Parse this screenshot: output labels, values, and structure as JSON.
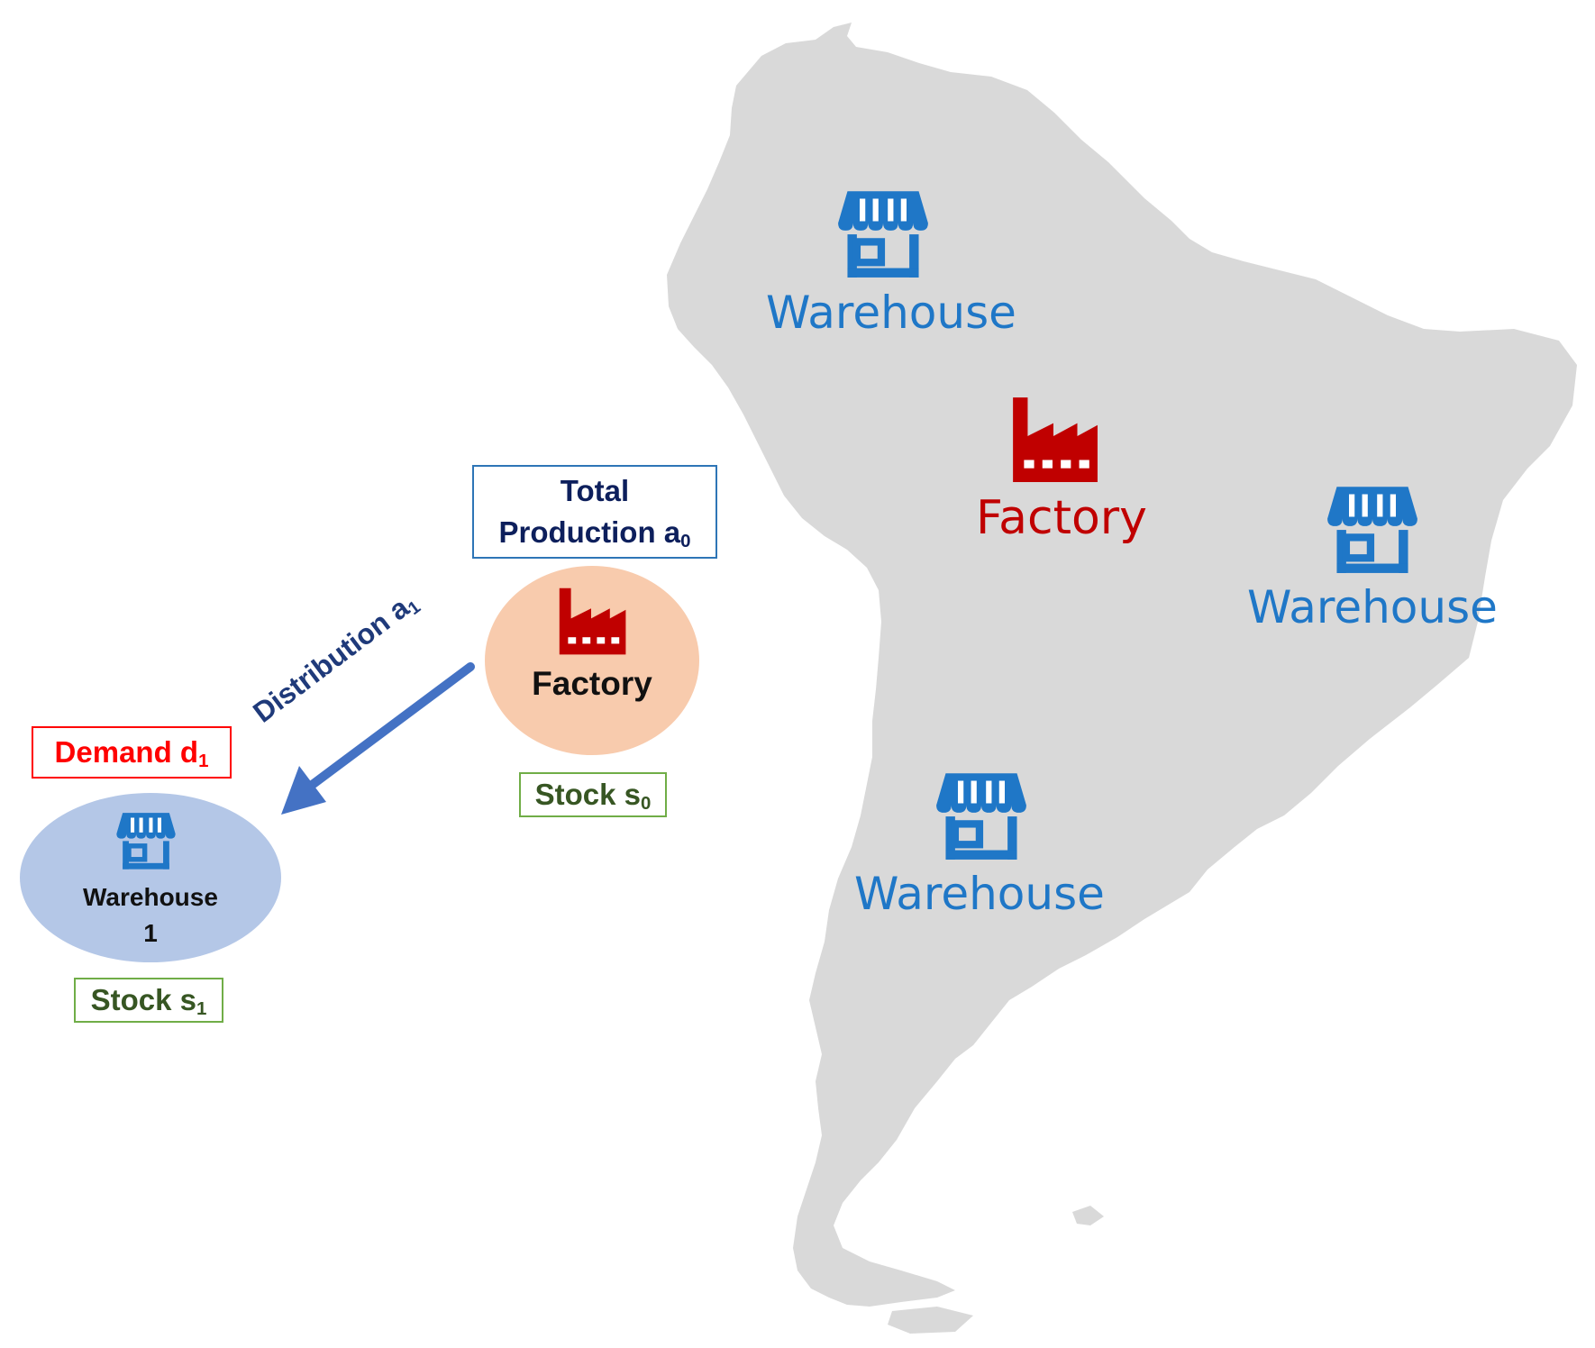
{
  "map": {
    "region": "South America",
    "land_color": "#d9d9d9",
    "warehouse_color": "#1f77c7",
    "factory_color": "#c00000",
    "warehouse_label": "Warehouse",
    "factory_label": "Factory",
    "warehouse_count": 3,
    "factory_count": 1
  },
  "model": {
    "production_box": {
      "line1": "Total",
      "line2": "Production a",
      "sub": "0"
    },
    "factory_node": {
      "label": "Factory",
      "icon": "factory-icon",
      "fill": "#f8cbad"
    },
    "stock0": {
      "text": "Stock s",
      "sub": "0"
    },
    "distribution": {
      "text": "Distribution a",
      "sub": "1",
      "arrow_color": "#4472c4"
    },
    "demand": {
      "text": "Demand d",
      "sub": "1"
    },
    "warehouse_node": {
      "line1": "Warehouse",
      "line2": "1",
      "icon": "warehouse-icon",
      "fill": "#b4c7e7"
    },
    "stock1": {
      "text": "Stock s",
      "sub": "1"
    }
  }
}
